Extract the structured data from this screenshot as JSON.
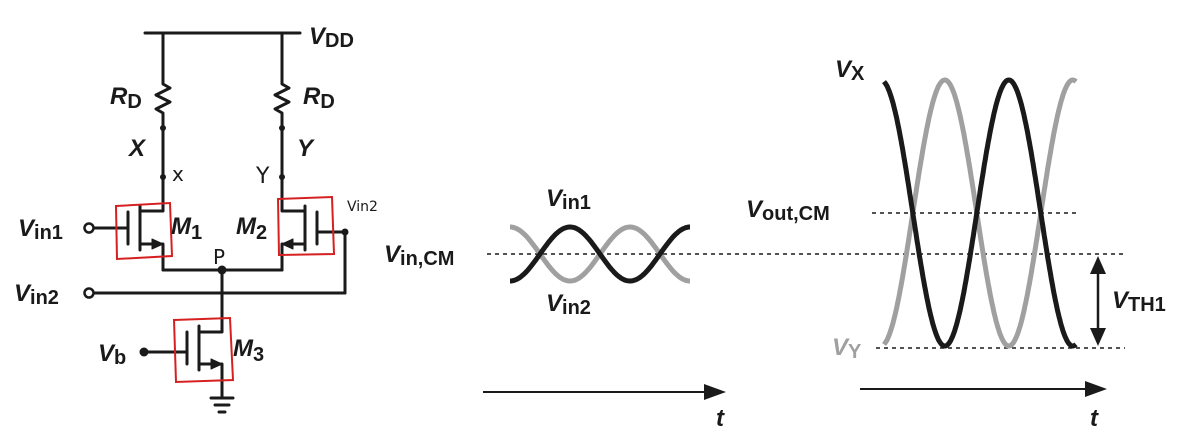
{
  "circuit": {
    "vdd": {
      "main": "V",
      "sub": "DD"
    },
    "rd_left": {
      "main": "R",
      "sub": "D"
    },
    "rd_right": {
      "main": "R",
      "sub": "D"
    },
    "node_x": "X",
    "node_y": "Y",
    "hand_x": "x",
    "hand_y": "Y",
    "hand_p": "P",
    "hand_vin2": "Vin2",
    "vin1": {
      "main": "V",
      "sub": "in1"
    },
    "vin2": {
      "main": "V",
      "sub": "in2"
    },
    "vb": {
      "main": "V",
      "sub": "b"
    },
    "m1": {
      "main": "M",
      "sub": "1"
    },
    "m2": {
      "main": "M",
      "sub": "2"
    },
    "m3": {
      "main": "M",
      "sub": "3"
    }
  },
  "input_plot": {
    "vin1": {
      "main": "V",
      "sub": "in1"
    },
    "vin2": {
      "main": "V",
      "sub": "in2"
    },
    "vin_cm": {
      "main": "V",
      "sub": "in,CM"
    },
    "t_axis": "t"
  },
  "output_plot": {
    "vx": {
      "main": "V",
      "sub": "X"
    },
    "vy": {
      "main": "V",
      "sub": "Y"
    },
    "vout_cm": {
      "main": "V",
      "sub": "out,CM"
    },
    "vth1": {
      "main": "V",
      "sub": "TH1"
    },
    "t_axis": "t"
  },
  "colors": {
    "ink": "#1a1a1a",
    "gray_wave": "#a0a0a0",
    "annotation_red": "#d62020"
  }
}
